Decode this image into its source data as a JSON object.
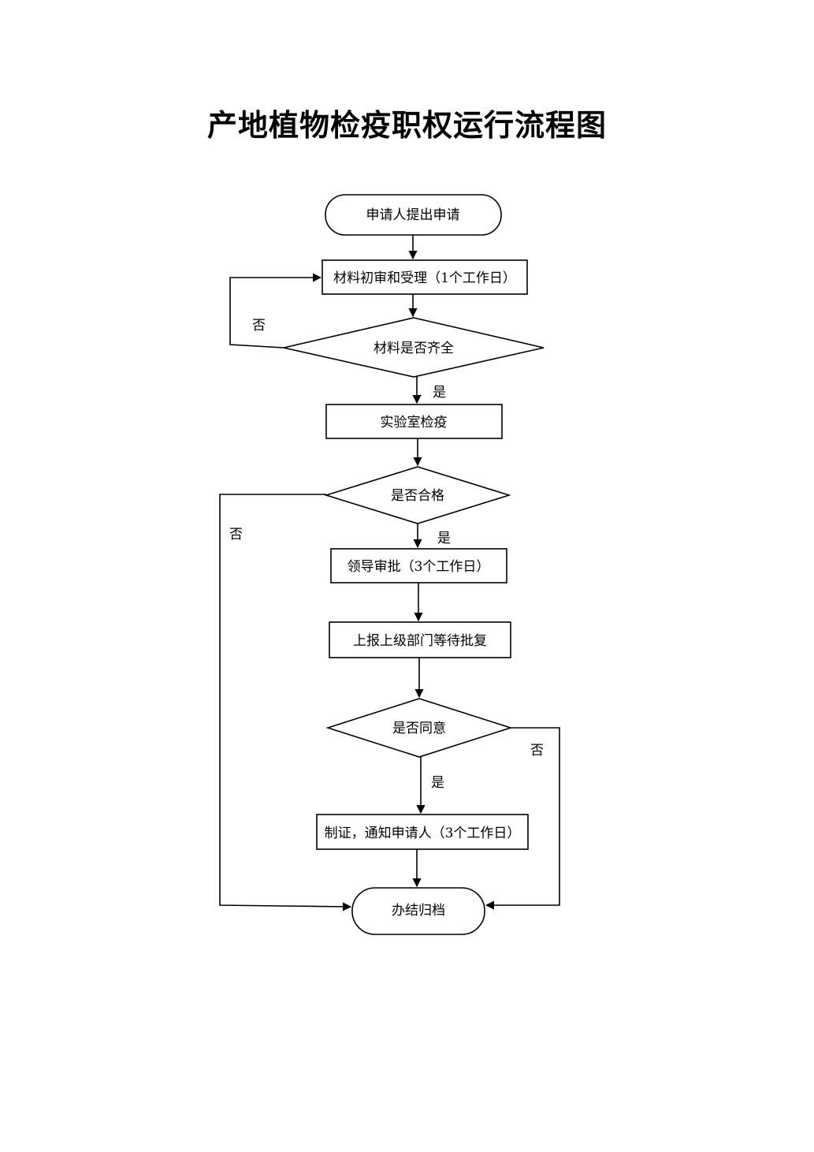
{
  "title": "产地植物检疫职权运行流程图",
  "nodes": {
    "apply": "申请人提出申请",
    "review": "材料初审和受理（1个工作日）",
    "complete_check": "材料是否齐全",
    "lab": "实验室检疫",
    "qualified_check": "是否合格",
    "leader": "领导审批（3个工作日）",
    "report": "上报上级部门等待批复",
    "agree_check": "是否同意",
    "certify": "制证，通知申请人（3个工作日）",
    "archive": "办结归档"
  },
  "edge_labels": {
    "complete_no": "否",
    "complete_yes": "是",
    "qualified_no": "否",
    "qualified_yes": "是",
    "agree_no": "否",
    "agree_yes": "是"
  }
}
